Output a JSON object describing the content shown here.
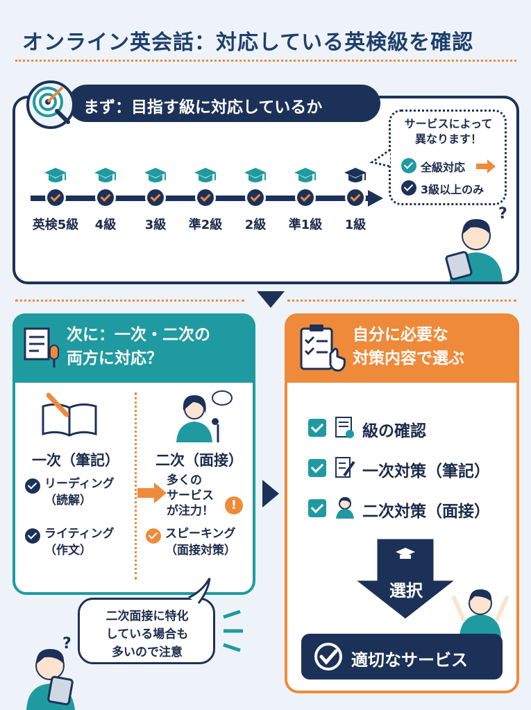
{
  "title": "オンライン英会話：対応している英検級を確認",
  "section1": {
    "heading": "まず：目指す級に対応しているか",
    "grades": [
      "英検5級",
      "4級",
      "3級",
      "準2級",
      "2級",
      "準1級",
      "1級"
    ],
    "bubble": {
      "text_line1": "サービスによって",
      "text_line2": "異なります！",
      "option1": "全級対応",
      "option2": "3級以上のみ"
    },
    "question_mark": "?"
  },
  "section2": {
    "heading_line1": "次に：一次・二次の",
    "heading_line2": "両方に対応？",
    "written": {
      "title": "一次（筆記）",
      "item1_line1": "リーディング",
      "item1_line2": "（読解）",
      "item2_line1": "ライティング",
      "item2_line2": "（作文）"
    },
    "interview": {
      "title": "二次（面接）",
      "note_line1": "多くの",
      "note_line2": "サービス",
      "note_line3": "が注力！",
      "item1_line1": "スピーキング",
      "item1_line2": "（面接対策）"
    },
    "bubble_line1": "二次面接に特化",
    "bubble_line2": "している場合も",
    "bubble_line3": "多いので注意",
    "question_mark": "?"
  },
  "section3": {
    "heading_line1": "自分に必要な",
    "heading_line2": "対策内容で選ぶ",
    "checklist": [
      "級の確認",
      "一次対策（筆記）",
      "二次対策（面接）"
    ],
    "arrow_label": "選択",
    "result": "適切なサービス"
  },
  "colors": {
    "navy": "#1c3158",
    "teal": "#1f9aa0",
    "orange": "#ee8a3a",
    "background": "#eef3f9"
  }
}
